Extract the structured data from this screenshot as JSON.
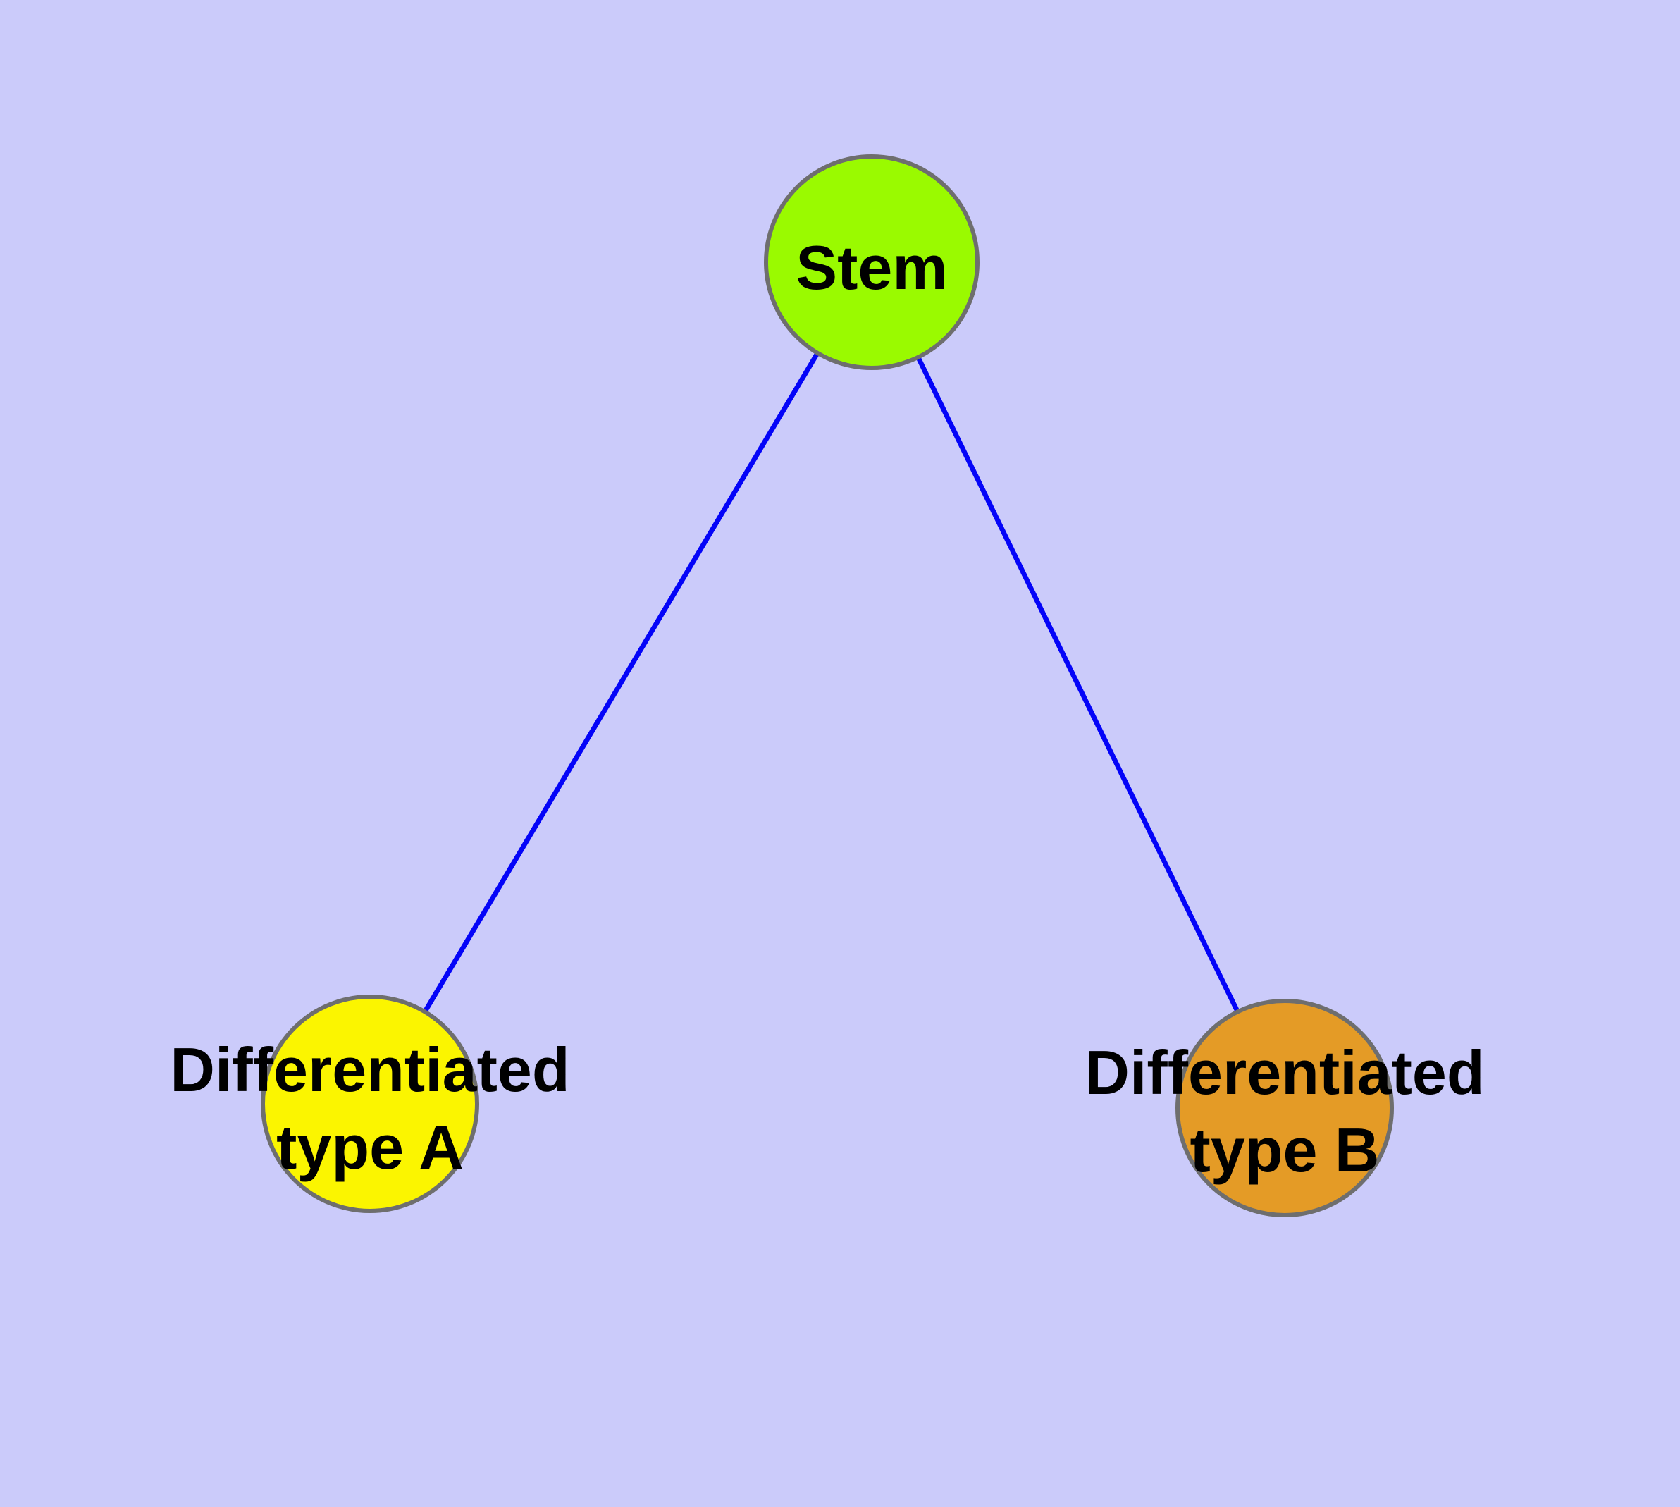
{
  "canvas": {
    "background_color": "#CBCBFA"
  },
  "diagram": {
    "type": "node-link-tree",
    "description": "Cell differentiation hierarchy: Stem node branching to two differentiated cell types",
    "edge_color": "#0404F8",
    "node_border_color": "#6E6E6E",
    "text_color": "#000000",
    "nodes": [
      {
        "id": "stem",
        "label": "Stem",
        "line1": "Stem",
        "line2": "",
        "fill": "#9AFA00"
      },
      {
        "id": "typeA",
        "label": "Differentiated type A",
        "line1": "Differentiated",
        "line2": "type A",
        "fill": "#FBF500"
      },
      {
        "id": "typeB",
        "label": "Differentiated type B",
        "line1": "Differentiated",
        "line2": "type B",
        "fill": "#E49B26"
      }
    ],
    "edges": [
      {
        "from": "stem",
        "to": "typeA"
      },
      {
        "from": "stem",
        "to": "typeB"
      }
    ]
  }
}
